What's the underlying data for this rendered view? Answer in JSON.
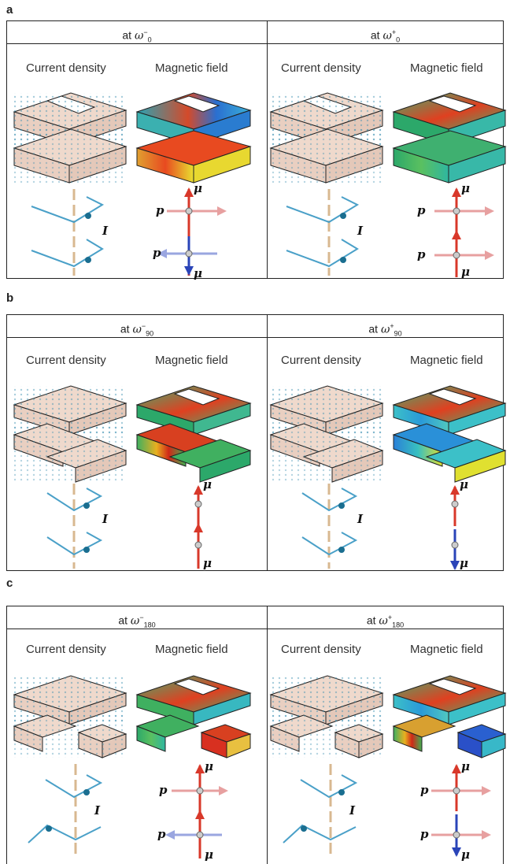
{
  "panels": [
    {
      "letter": "a",
      "left": {
        "prefix": "at",
        "omega": "ω",
        "sub": "0",
        "sup": "−"
      },
      "right": {
        "prefix": "at",
        "omega": "ω",
        "sub": "0",
        "sup": "+"
      }
    },
    {
      "letter": "b",
      "left": {
        "prefix": "at",
        "omega": "ω",
        "sub": "90",
        "sup": "−"
      },
      "right": {
        "prefix": "at",
        "omega": "ω",
        "sub": "90",
        "sup": "+"
      }
    },
    {
      "letter": "c",
      "left": {
        "prefix": "at",
        "omega": "ω",
        "sub": "180",
        "sup": "−"
      },
      "right": {
        "prefix": "at",
        "omega": "ω",
        "sub": "180",
        "sup": "+"
      }
    }
  ],
  "labels": {
    "current_density": "Current density",
    "magnetic_field": "Magnetic field",
    "current_symbol": "I",
    "dipole_p": "p",
    "dipole_mu": "μ"
  },
  "colors": {
    "block_fill": "#efd9cc",
    "current_arrow": "#3a8fb0",
    "wire": "#4aa0c8",
    "rod": "#d8b890",
    "mu_up": "#d8382a",
    "mu_down": "#2a44b8",
    "p_right": "#e7a0a0",
    "p_left": "#9aa6e0"
  }
}
